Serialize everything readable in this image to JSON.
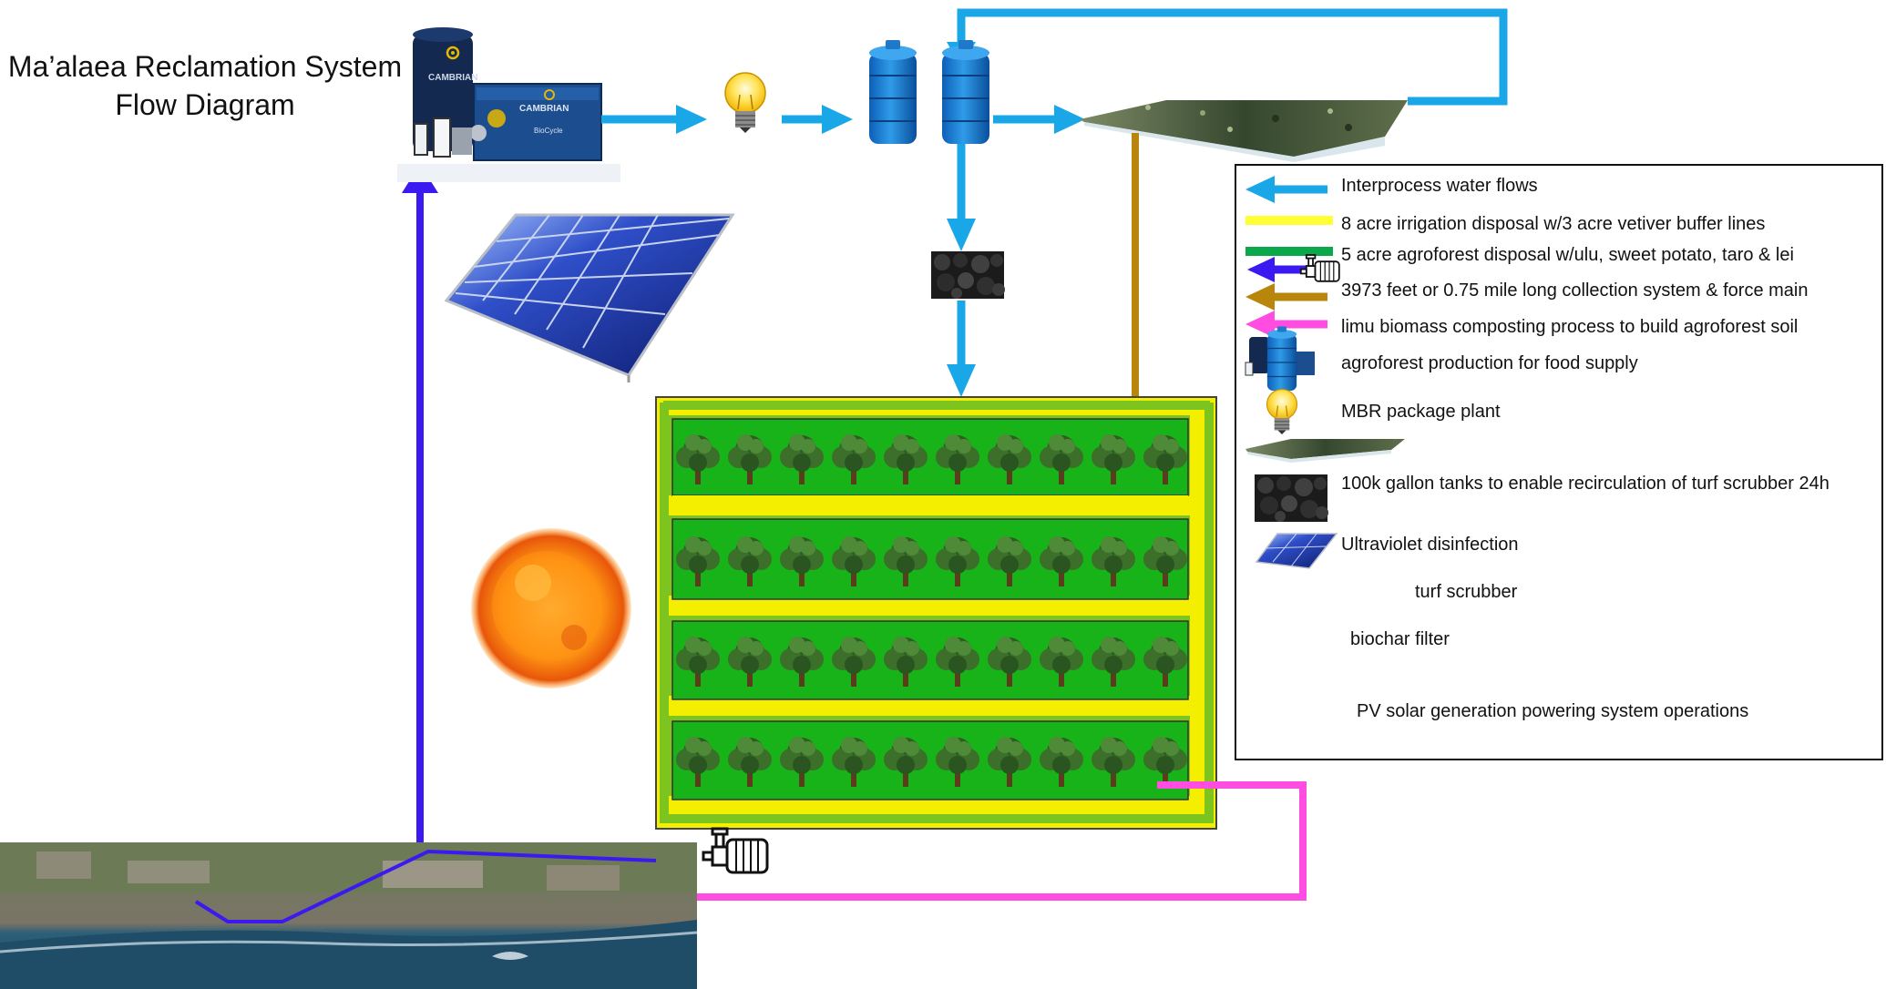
{
  "title": {
    "line1": "Ma’alaea Reclamation System",
    "line2": "Flow Diagram"
  },
  "colors": {
    "water_flow": "#1aa7e8",
    "irrigation": "#ffff33",
    "agroforest": "#0aa84a",
    "collection": "#3a1af0",
    "biomass": "#b8860b",
    "production": "#ff4de1",
    "field_green": "#18b318",
    "grass": "#7dc41e"
  },
  "icons": {
    "mbr_plant": "mbr-package-plant-icon",
    "uv_bulb": "lightbulb-icon",
    "tanks": "water-tank-icon",
    "turf_scrubber": "turf-scrubber-icon",
    "biochar": "biochar-filter-icon",
    "solar": "solar-panel-icon",
    "sun": "sun-icon",
    "pump": "pump-icon",
    "map": "aerial-map-icon",
    "tree": "tree-icon"
  },
  "plant_labels": {
    "brand": "CAMBRIAN",
    "product": "BioCycle"
  },
  "legend": {
    "items": [
      {
        "label": "Interprocess water flows",
        "symbol": "blue-arrow"
      },
      {
        "label": "8 acre irrigation disposal w/3  acre vetiver buffer lines",
        "symbol": "yellow-line"
      },
      {
        "label": "5 acre agroforest disposal w/ulu, sweet potato, taro & lei",
        "symbol": "green-line"
      },
      {
        "label": "3973 feet or 0.75 mile long collection system & force main",
        "symbol": "purple-arrow-pump"
      },
      {
        "label": "limu biomass composting process to build agroforest soil",
        "symbol": "gold-arrow"
      },
      {
        "label": "agroforest production for food supply",
        "symbol": "pink-arrow"
      },
      {
        "label": "MBR package plant",
        "symbol": "mbr-plant"
      },
      {
        "label": "100k gallon tanks to enable recirculation of turf scrubber 24h",
        "symbol": "tank"
      },
      {
        "label": "Ultraviolet disinfection",
        "symbol": "bulb"
      },
      {
        "label": "turf scrubber",
        "symbol": "turf"
      },
      {
        "label": "biochar filter",
        "symbol": "biochar"
      },
      {
        "label": "PV solar generation powering system operations",
        "symbol": "solar"
      }
    ]
  }
}
